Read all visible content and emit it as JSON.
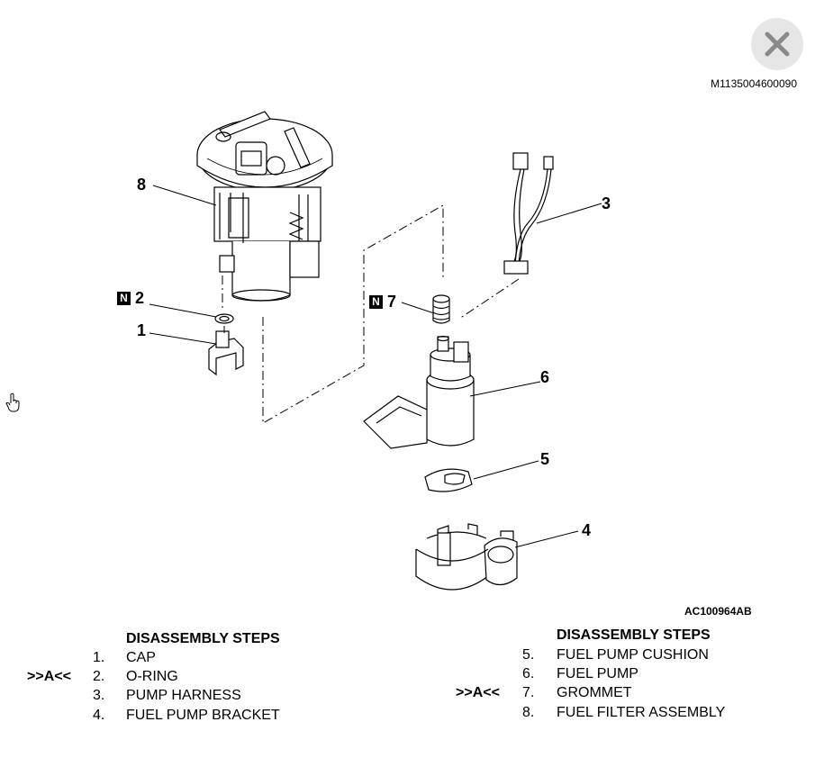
{
  "document_id": "M1135004600090",
  "figure_id": "AC100964AB",
  "close_icon": "close-icon",
  "callouts": {
    "c1": "1",
    "c2": "2",
    "c3": "3",
    "c4": "4",
    "c5": "5",
    "c6": "6",
    "c7": "7",
    "c8": "8"
  },
  "new_part_badge": "N",
  "left_list": {
    "heading": "DISASSEMBLY STEPS",
    "items": [
      {
        "num": "1.",
        "label": "CAP",
        "mark": ""
      },
      {
        "num": "2.",
        "label": "O-RING",
        "mark": ">>A<<"
      },
      {
        "num": "3.",
        "label": "PUMP HARNESS",
        "mark": ""
      },
      {
        "num": "4.",
        "label": "FUEL PUMP BRACKET",
        "mark": ""
      }
    ]
  },
  "right_list": {
    "heading": "DISASSEMBLY STEPS",
    "items": [
      {
        "num": "5.",
        "label": "FUEL PUMP CUSHION",
        "mark": ""
      },
      {
        "num": "6.",
        "label": "FUEL PUMP",
        "mark": ""
      },
      {
        "num": "7.",
        "label": "GROMMET",
        "mark": ">>A<<"
      },
      {
        "num": "8.",
        "label": "FUEL FILTER ASSEMBLY",
        "mark": ""
      }
    ]
  }
}
